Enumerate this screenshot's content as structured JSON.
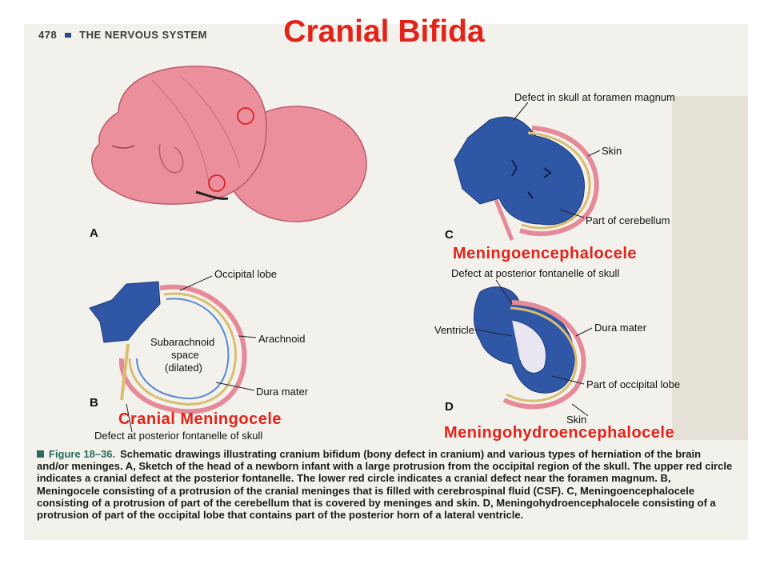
{
  "slide": {
    "title": "Cranial Bifida",
    "running_head_page": "478",
    "running_head_text": "THE NERVOUS SYSTEM"
  },
  "panels": {
    "a": {
      "letter": "A"
    },
    "b": {
      "letter": "B",
      "labels": {
        "occipital_lobe": "Occipital lobe",
        "subarachnoid": "Subarachnoid",
        "space": "space",
        "dilated": "(dilated)",
        "arachnoid": "Arachnoid",
        "dura_mater": "Dura mater",
        "defect": "Defect at posterior fontanelle of skull"
      },
      "red_label": "Cranial Meningocele"
    },
    "c": {
      "letter": "C",
      "labels": {
        "defect": "Defect in skull at foramen magnum",
        "skin": "Skin",
        "cerebellum": "Part of cerebellum"
      },
      "red_label": "Meningoencephalocele"
    },
    "d": {
      "letter": "D",
      "labels": {
        "defect": "Defect at posterior fontanelle of skull",
        "ventricle": "Ventricle",
        "dura_mater": "Dura mater",
        "occipital_lobe": "Part of occipital lobe",
        "skin": "Skin"
      },
      "red_label": "Meningohydroencephalocele"
    }
  },
  "caption": {
    "figure_number": "Figure 18–36.",
    "text": "Schematic drawings illustrating cranium bifidum (bony defect in cranium) and various types of herniation of the brain and/or meninges. A, Sketch of the head of a newborn infant with a large protrusion from the occipital region of the skull. The upper red circle indicates a cranial defect at the posterior fontanelle. The lower red circle indicates a cranial defect near the foramen magnum. B, Meningocele consisting of a protrusion of the cranial meninges that is filled with cerebrospinal fluid (CSF). C, Meningoencephalocele consisting of a protrusion of part of the cerebellum that is covered by meninges and skin. D, Meningohydroencephalocele consisting of a protrusion of part of the occipital lobe that contains part of the posterior horn of a lateral ventricle."
  },
  "colors": {
    "title_red": "#e2231a",
    "skin_pink": "#ec8f9c",
    "brain_blue": "#2f57a6",
    "circle_red": "#d8232a"
  }
}
